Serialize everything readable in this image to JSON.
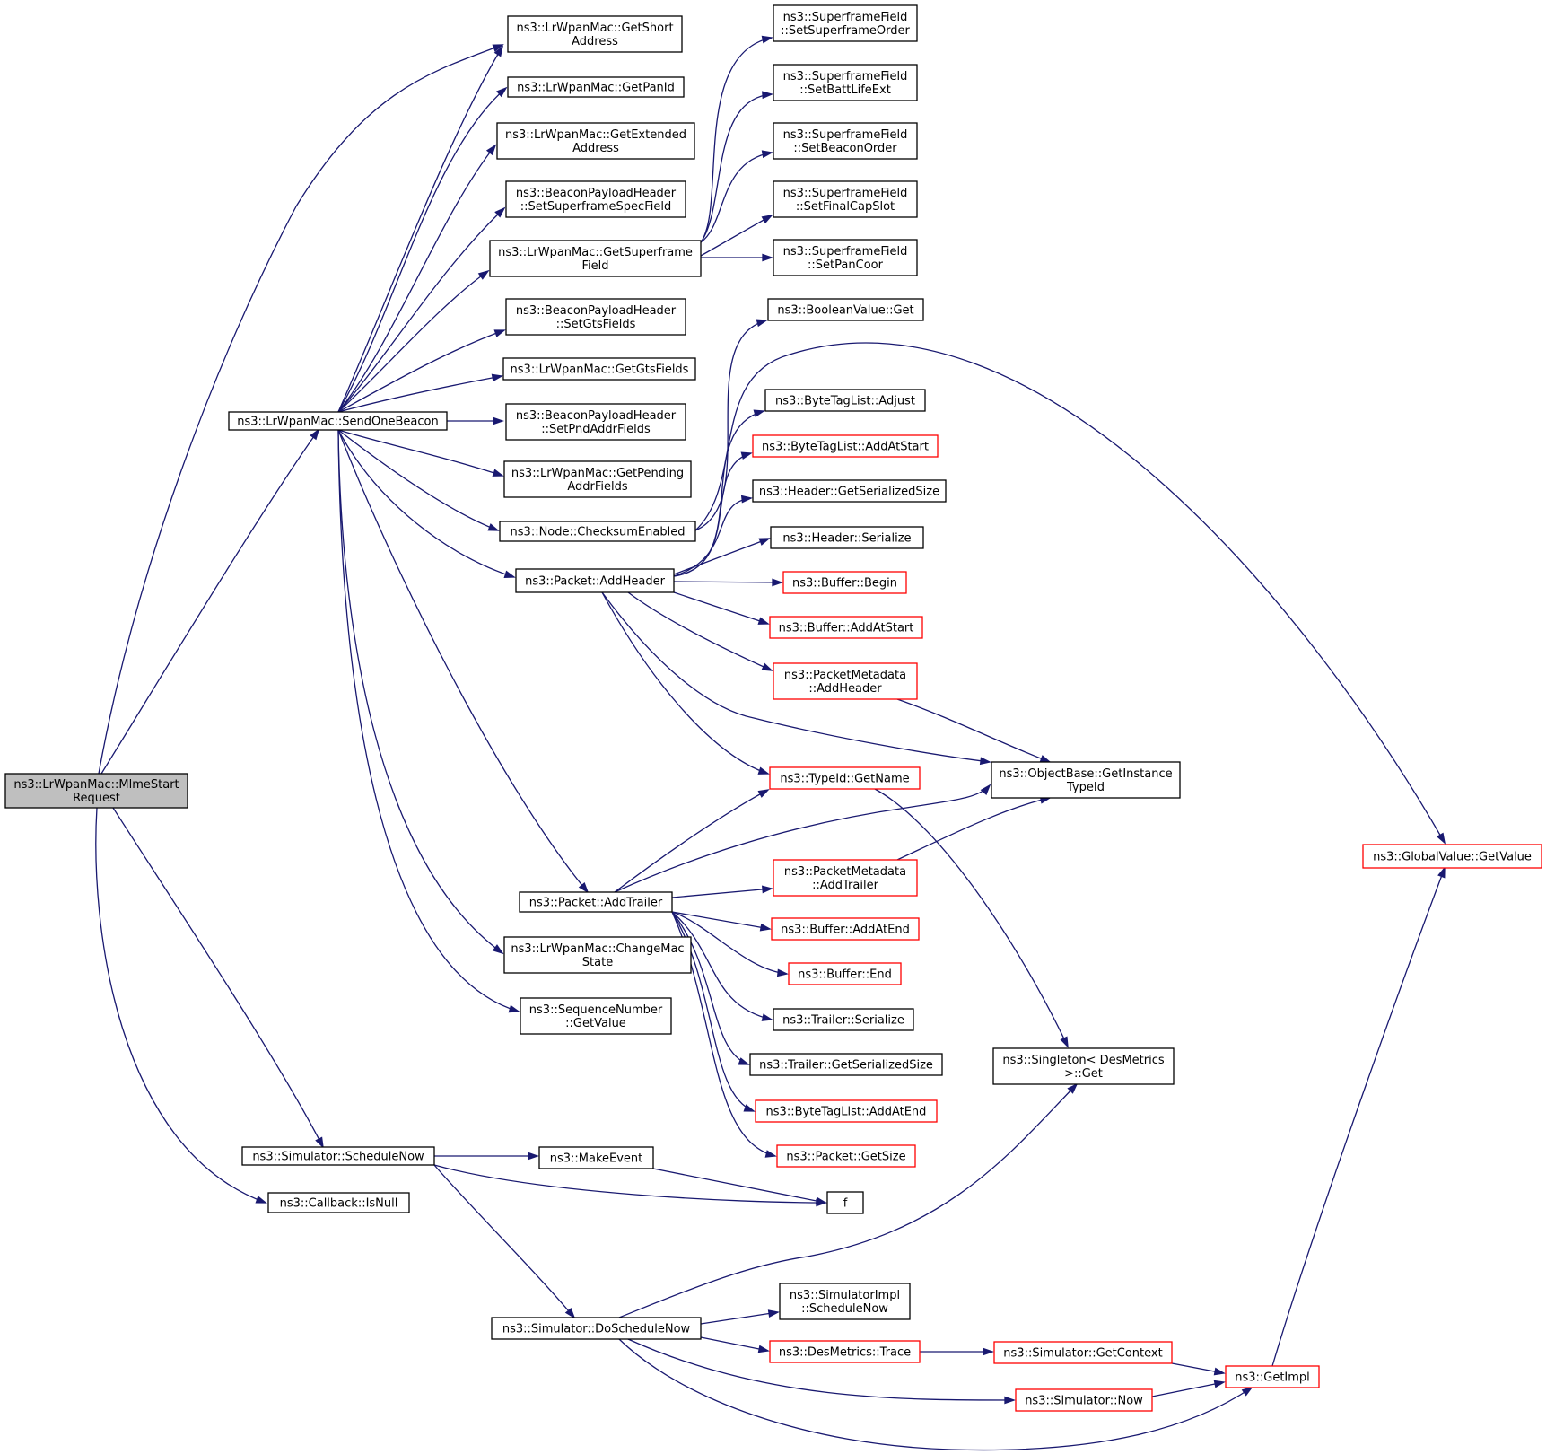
{
  "colors": {
    "edge": "#191970",
    "border_default": "#000000",
    "border_truncated": "#ff0000",
    "root_fill": "#bfbfbf",
    "node_fill": "#ffffff"
  },
  "nodes": [
    {
      "id": "n0",
      "label": [
        "ns3::LrWpanMac::MlmeStart",
        "Request"
      ],
      "style": "root"
    },
    {
      "id": "n1",
      "label": [
        "ns3::LrWpanMac::SendOneBeacon"
      ],
      "style": "normal"
    },
    {
      "id": "n2",
      "label": [
        "ns3::Simulator::ScheduleNow"
      ],
      "style": "normal"
    },
    {
      "id": "n3",
      "label": [
        "ns3::Callback::IsNull"
      ],
      "style": "normal"
    },
    {
      "id": "n4",
      "label": [
        "ns3::LrWpanMac::GetShort",
        "Address"
      ],
      "style": "normal"
    },
    {
      "id": "n5",
      "label": [
        "ns3::LrWpanMac::GetPanId"
      ],
      "style": "normal"
    },
    {
      "id": "n6",
      "label": [
        "ns3::LrWpanMac::GetExtended",
        "Address"
      ],
      "style": "normal"
    },
    {
      "id": "n7",
      "label": [
        "ns3::BeaconPayloadHeader",
        "::SetSuperframeSpecField"
      ],
      "style": "normal"
    },
    {
      "id": "n8",
      "label": [
        "ns3::LrWpanMac::GetSuperframe",
        "Field"
      ],
      "style": "normal"
    },
    {
      "id": "n9",
      "label": [
        "ns3::BeaconPayloadHeader",
        "::SetGtsFields"
      ],
      "style": "normal"
    },
    {
      "id": "n10",
      "label": [
        "ns3::LrWpanMac::GetGtsFields"
      ],
      "style": "normal"
    },
    {
      "id": "n11",
      "label": [
        "ns3::BeaconPayloadHeader",
        "::SetPndAddrFields"
      ],
      "style": "normal"
    },
    {
      "id": "n12",
      "label": [
        "ns3::LrWpanMac::GetPending",
        "AddrFields"
      ],
      "style": "normal"
    },
    {
      "id": "n13",
      "label": [
        "ns3::Node::ChecksumEnabled"
      ],
      "style": "normal"
    },
    {
      "id": "n14",
      "label": [
        "ns3::Packet::AddHeader"
      ],
      "style": "normal"
    },
    {
      "id": "n15",
      "label": [
        "ns3::Packet::AddTrailer"
      ],
      "style": "normal"
    },
    {
      "id": "n16",
      "label": [
        "ns3::LrWpanMac::ChangeMac",
        "State"
      ],
      "style": "normal"
    },
    {
      "id": "n17",
      "label": [
        "ns3::SequenceNumber",
        "::GetValue"
      ],
      "style": "normal"
    },
    {
      "id": "n18",
      "label": [
        "ns3::MakeEvent"
      ],
      "style": "normal"
    },
    {
      "id": "n19",
      "label": [
        "f"
      ],
      "style": "normal"
    },
    {
      "id": "n20",
      "label": [
        "ns3::Simulator::DoScheduleNow"
      ],
      "style": "normal"
    },
    {
      "id": "n21",
      "label": [
        "ns3::SuperframeField",
        "::SetSuperframeOrder"
      ],
      "style": "normal"
    },
    {
      "id": "n22",
      "label": [
        "ns3::SuperframeField",
        "::SetBattLifeExt"
      ],
      "style": "normal"
    },
    {
      "id": "n23",
      "label": [
        "ns3::SuperframeField",
        "::SetBeaconOrder"
      ],
      "style": "normal"
    },
    {
      "id": "n24",
      "label": [
        "ns3::SuperframeField",
        "::SetFinalCapSlot"
      ],
      "style": "normal"
    },
    {
      "id": "n25",
      "label": [
        "ns3::SuperframeField",
        "::SetPanCoor"
      ],
      "style": "normal"
    },
    {
      "id": "n26",
      "label": [
        "ns3::BooleanValue::Get"
      ],
      "style": "normal"
    },
    {
      "id": "n27",
      "label": [
        "ns3::GlobalValue::GetValue"
      ],
      "style": "truncated"
    },
    {
      "id": "n28",
      "label": [
        "ns3::ByteTagList::Adjust"
      ],
      "style": "normal"
    },
    {
      "id": "n29",
      "label": [
        "ns3::ByteTagList::AddAtStart"
      ],
      "style": "truncated"
    },
    {
      "id": "n30",
      "label": [
        "ns3::Header::GetSerializedSize"
      ],
      "style": "normal"
    },
    {
      "id": "n31",
      "label": [
        "ns3::Header::Serialize"
      ],
      "style": "normal"
    },
    {
      "id": "n32",
      "label": [
        "ns3::Buffer::Begin"
      ],
      "style": "truncated"
    },
    {
      "id": "n33",
      "label": [
        "ns3::Buffer::AddAtStart"
      ],
      "style": "truncated"
    },
    {
      "id": "n34",
      "label": [
        "ns3::PacketMetadata",
        "::AddHeader"
      ],
      "style": "truncated"
    },
    {
      "id": "n35",
      "label": [
        "ns3::TypeId::GetName"
      ],
      "style": "truncated"
    },
    {
      "id": "n36",
      "label": [
        "ns3::ObjectBase::GetInstance",
        "TypeId"
      ],
      "style": "normal"
    },
    {
      "id": "n37",
      "label": [
        "ns3::PacketMetadata",
        "::AddTrailer"
      ],
      "style": "truncated"
    },
    {
      "id": "n38",
      "label": [
        "ns3::Buffer::AddAtEnd"
      ],
      "style": "truncated"
    },
    {
      "id": "n39",
      "label": [
        "ns3::Buffer::End"
      ],
      "style": "truncated"
    },
    {
      "id": "n40",
      "label": [
        "ns3::Trailer::Serialize"
      ],
      "style": "normal"
    },
    {
      "id": "n41",
      "label": [
        "ns3::Trailer::GetSerializedSize"
      ],
      "style": "normal"
    },
    {
      "id": "n42",
      "label": [
        "ns3::ByteTagList::AddAtEnd"
      ],
      "style": "truncated"
    },
    {
      "id": "n43",
      "label": [
        "ns3::Packet::GetSize"
      ],
      "style": "truncated"
    },
    {
      "id": "n44",
      "label": [
        "ns3::Singleton< DesMetrics",
        ">::Get"
      ],
      "style": "normal"
    },
    {
      "id": "n45",
      "label": [
        "ns3::SimulatorImpl",
        "::ScheduleNow"
      ],
      "style": "normal"
    },
    {
      "id": "n46",
      "label": [
        "ns3::DesMetrics::Trace"
      ],
      "style": "truncated"
    },
    {
      "id": "n47",
      "label": [
        "ns3::Simulator::GetContext"
      ],
      "style": "truncated"
    },
    {
      "id": "n48",
      "label": [
        "ns3::Simulator::Now"
      ],
      "style": "truncated"
    },
    {
      "id": "n49",
      "label": [
        "ns3::GetImpl"
      ],
      "style": "truncated"
    }
  ],
  "edges": [
    [
      "n0",
      "n1"
    ],
    [
      "n0",
      "n2"
    ],
    [
      "n0",
      "n3"
    ],
    [
      "n0",
      "n4"
    ],
    [
      "n1",
      "n4"
    ],
    [
      "n1",
      "n5"
    ],
    [
      "n1",
      "n6"
    ],
    [
      "n1",
      "n7"
    ],
    [
      "n1",
      "n8"
    ],
    [
      "n1",
      "n9"
    ],
    [
      "n1",
      "n10"
    ],
    [
      "n1",
      "n11"
    ],
    [
      "n1",
      "n12"
    ],
    [
      "n1",
      "n13"
    ],
    [
      "n1",
      "n14"
    ],
    [
      "n1",
      "n15"
    ],
    [
      "n1",
      "n16"
    ],
    [
      "n1",
      "n17"
    ],
    [
      "n8",
      "n21"
    ],
    [
      "n8",
      "n22"
    ],
    [
      "n8",
      "n23"
    ],
    [
      "n8",
      "n24"
    ],
    [
      "n8",
      "n25"
    ],
    [
      "n13",
      "n26"
    ],
    [
      "n13",
      "n27"
    ],
    [
      "n14",
      "n28"
    ],
    [
      "n14",
      "n29"
    ],
    [
      "n14",
      "n30"
    ],
    [
      "n14",
      "n31"
    ],
    [
      "n14",
      "n32"
    ],
    [
      "n14",
      "n33"
    ],
    [
      "n14",
      "n34"
    ],
    [
      "n14",
      "n35"
    ],
    [
      "n14",
      "n36"
    ],
    [
      "n34",
      "n36"
    ],
    [
      "n35",
      "n44"
    ],
    [
      "n15",
      "n35"
    ],
    [
      "n15",
      "n36"
    ],
    [
      "n15",
      "n37"
    ],
    [
      "n15",
      "n38"
    ],
    [
      "n15",
      "n39"
    ],
    [
      "n15",
      "n40"
    ],
    [
      "n15",
      "n41"
    ],
    [
      "n15",
      "n42"
    ],
    [
      "n15",
      "n43"
    ],
    [
      "n37",
      "n36"
    ],
    [
      "n2",
      "n18"
    ],
    [
      "n2",
      "n19"
    ],
    [
      "n2",
      "n20"
    ],
    [
      "n18",
      "n19"
    ],
    [
      "n20",
      "n44"
    ],
    [
      "n20",
      "n45"
    ],
    [
      "n20",
      "n46"
    ],
    [
      "n20",
      "n48"
    ],
    [
      "n20",
      "n49"
    ],
    [
      "n46",
      "n47"
    ],
    [
      "n47",
      "n49"
    ],
    [
      "n48",
      "n49"
    ],
    [
      "n49",
      "n27"
    ]
  ]
}
